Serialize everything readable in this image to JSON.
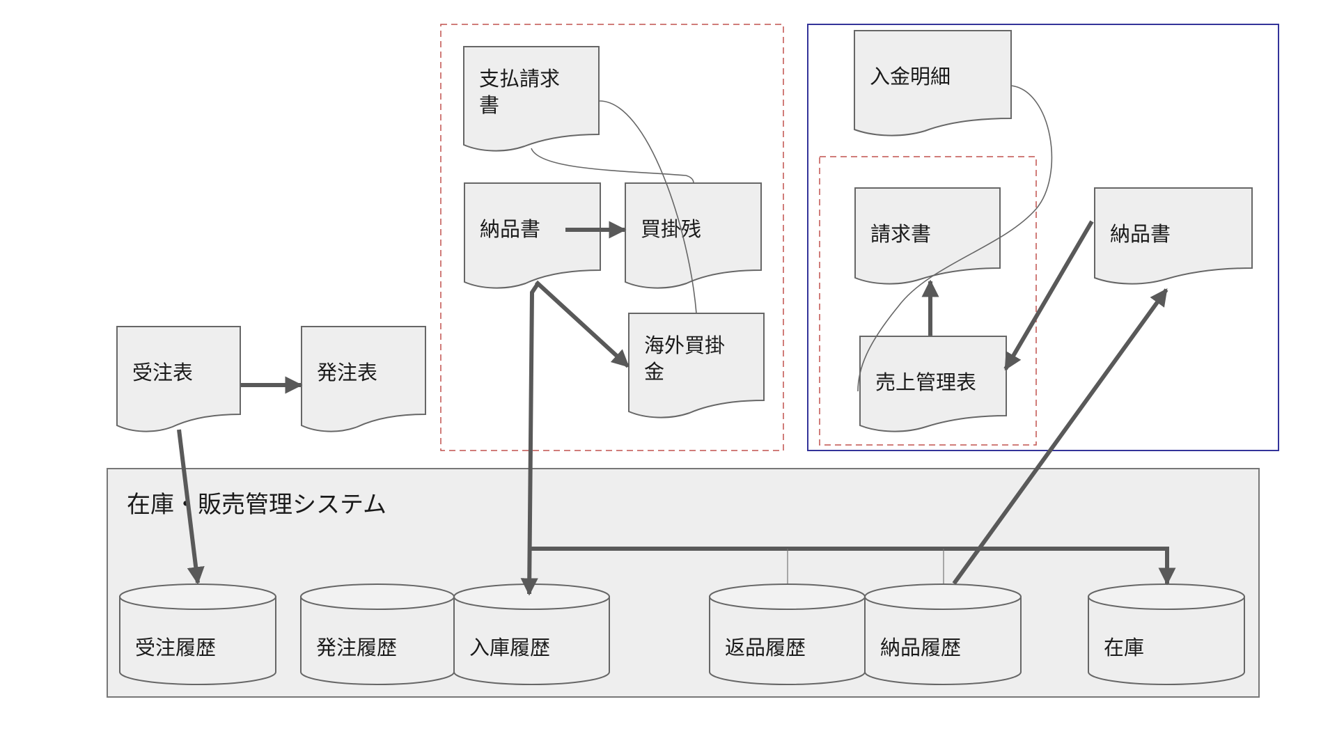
{
  "diagram": {
    "system": {
      "title": "在庫・販売管理システム",
      "databases": [
        {
          "id": "db-order-history",
          "label": "受注履歴"
        },
        {
          "id": "db-purchase-history",
          "label": "発注履歴"
        },
        {
          "id": "db-receiving-history",
          "label": "入庫履歴"
        },
        {
          "id": "db-return-history",
          "label": "返品履歴"
        },
        {
          "id": "db-delivery-history",
          "label": "納品履歴"
        },
        {
          "id": "db-inventory",
          "label": "在庫"
        }
      ]
    },
    "documents": {
      "order_sheet": {
        "lines": [
          "受注表"
        ]
      },
      "purchase_order_sheet": {
        "lines": [
          "発注表"
        ]
      },
      "payment_invoice": {
        "lines": [
          "支払請求",
          "書"
        ]
      },
      "delivery_note_in": {
        "lines": [
          "納品書"
        ]
      },
      "accounts_payable_balance": {
        "lines": [
          "買掛残"
        ]
      },
      "overseas_payables": {
        "lines": [
          "海外買掛",
          "金"
        ]
      },
      "payment_statement": {
        "lines": [
          "入金明細"
        ]
      },
      "invoice": {
        "lines": [
          "請求書"
        ]
      },
      "sales_ledger": {
        "lines": [
          "売上管理表"
        ]
      },
      "delivery_note_out": {
        "lines": [
          "納品書"
        ]
      }
    },
    "groups": {
      "purchasing_group": {
        "style": "red-dashed"
      },
      "sales_group": {
        "style": "blue-solid"
      },
      "billing_group": {
        "style": "red-dashed"
      }
    },
    "connections": [
      {
        "from": "受注表",
        "to": "発注表",
        "type": "arrow"
      },
      {
        "from": "受注表",
        "to": "受注履歴",
        "type": "arrow"
      },
      {
        "from": "納品書",
        "to": "買掛残",
        "type": "arrow"
      },
      {
        "from": "納品書",
        "to": "海外買掛金",
        "type": "arrow"
      },
      {
        "from": "納品書",
        "to": "入庫履歴",
        "type": "arrow"
      },
      {
        "from": "納品書",
        "to": "在庫",
        "type": "arrow"
      },
      {
        "from": "支払請求書",
        "to": "買掛残",
        "type": "line"
      },
      {
        "from": "支払請求書",
        "to": "海外買掛金",
        "type": "line"
      },
      {
        "from": "入金明細",
        "to": "売上管理表",
        "type": "line"
      },
      {
        "from": "売上管理表",
        "to": "請求書",
        "type": "arrow"
      },
      {
        "from": "納品書(出荷)",
        "to": "売上管理表",
        "type": "arrow"
      },
      {
        "from": "納品履歴",
        "to": "納品書(出荷)",
        "type": "arrow"
      },
      {
        "from": "返品履歴",
        "to": "在庫バス",
        "type": "line"
      },
      {
        "from": "納品履歴",
        "to": "在庫バス",
        "type": "line"
      }
    ],
    "colors": {
      "shape_fill": "#eeeeee",
      "shape_stroke": "#666666",
      "arrow": "#595959",
      "group_red": "#c0504d",
      "group_blue": "#333399"
    }
  }
}
